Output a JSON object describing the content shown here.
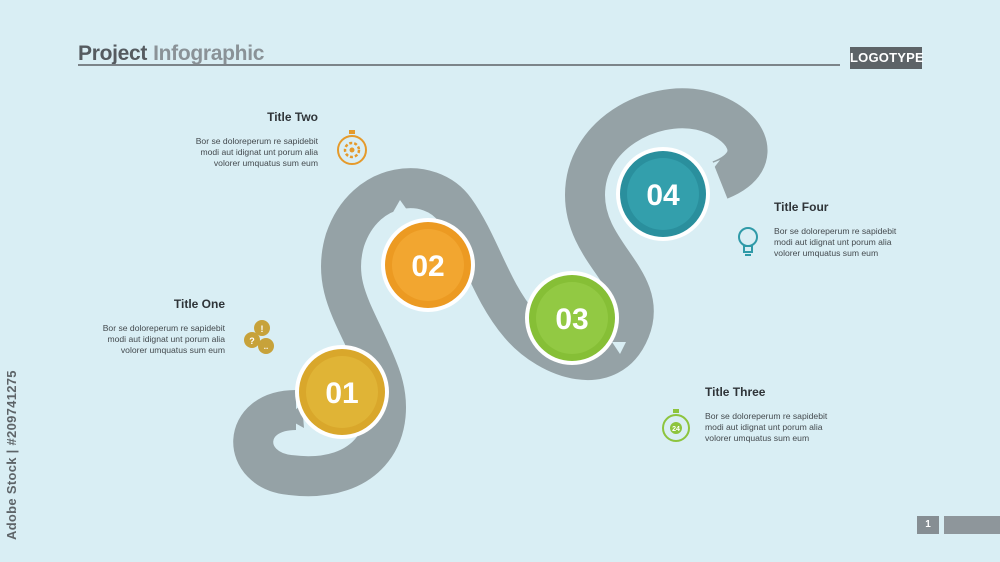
{
  "header": {
    "title_main": "Project",
    "title_accent": "Infographic",
    "logotype": "LOGOTYPE"
  },
  "steps": [
    {
      "number": "01",
      "title": "Title One",
      "text": "Bor se doloreperum re sapidebit modi aut idignat unt porum alia volorer umquatus sum eum",
      "icon": "chat-bubbles-icon",
      "color": "#d9a72b"
    },
    {
      "number": "02",
      "title": "Title Two",
      "text": "Bor se doloreperum re sapidebit modi aut idignat unt porum alia volorer umquatus sum eum",
      "icon": "stopwatch-gear-icon",
      "color": "#eea028"
    },
    {
      "number": "03",
      "title": "Title Three",
      "text": "Bor se doloreperum re sapidebit modi aut idignat unt porum alia volorer umquatus sum eum",
      "icon": "clock-24-icon",
      "color": "#8dc43d"
    },
    {
      "number": "04",
      "title": "Title Four",
      "text": "Bor se doloreperum re sapidebit modi aut idignat unt porum alia volorer umquatus sum eum",
      "icon": "lightbulb-icon",
      "color": "#2f9aa8"
    }
  ],
  "colors": {
    "background": "#d9eef4",
    "path": "#95a2a6",
    "text_dark": "#2f3438"
  },
  "footer": {
    "page_number": "1",
    "side_watermark": "Adobe Stock | #209741275"
  }
}
